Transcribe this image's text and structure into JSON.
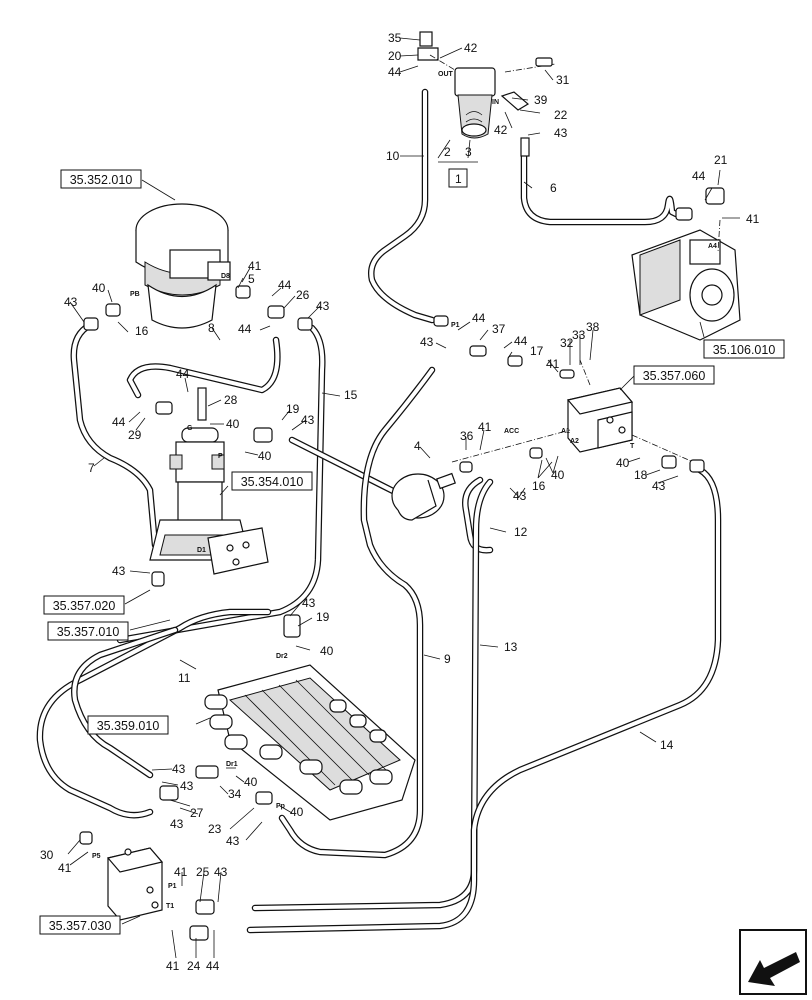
{
  "part_numbers": [
    {
      "n": "35"
    },
    {
      "n": "20"
    },
    {
      "n": "44"
    },
    {
      "n": "42"
    },
    {
      "n": "31"
    },
    {
      "n": "39"
    },
    {
      "n": "22"
    },
    {
      "n": "42"
    },
    {
      "n": "43"
    },
    {
      "n": "10"
    },
    {
      "n": "2"
    },
    {
      "n": "3"
    },
    {
      "n": "1"
    },
    {
      "n": "6"
    },
    {
      "n": "21"
    },
    {
      "n": "44"
    },
    {
      "n": "41"
    },
    {
      "n": "41"
    },
    {
      "n": "5"
    },
    {
      "n": "44"
    },
    {
      "n": "26"
    },
    {
      "n": "40"
    },
    {
      "n": "43"
    },
    {
      "n": "16"
    },
    {
      "n": "43"
    },
    {
      "n": "8"
    },
    {
      "n": "44"
    },
    {
      "n": "44"
    },
    {
      "n": "37"
    },
    {
      "n": "44"
    },
    {
      "n": "17"
    },
    {
      "n": "43"
    },
    {
      "n": "41"
    },
    {
      "n": "32"
    },
    {
      "n": "33"
    },
    {
      "n": "38"
    },
    {
      "n": "44"
    },
    {
      "n": "28"
    },
    {
      "n": "15"
    },
    {
      "n": "44"
    },
    {
      "n": "29"
    },
    {
      "n": "40"
    },
    {
      "n": "19"
    },
    {
      "n": "43"
    },
    {
      "n": "40"
    },
    {
      "n": "4"
    },
    {
      "n": "36"
    },
    {
      "n": "41"
    },
    {
      "n": "7"
    },
    {
      "n": "40"
    },
    {
      "n": "18"
    },
    {
      "n": "43"
    },
    {
      "n": "43"
    },
    {
      "n": "16"
    },
    {
      "n": "40"
    },
    {
      "n": "12"
    },
    {
      "n": "43"
    },
    {
      "n": "43"
    },
    {
      "n": "19"
    },
    {
      "n": "40"
    },
    {
      "n": "9"
    },
    {
      "n": "13"
    },
    {
      "n": "11"
    },
    {
      "n": "14"
    },
    {
      "n": "43"
    },
    {
      "n": "40"
    },
    {
      "n": "43"
    },
    {
      "n": "34"
    },
    {
      "n": "27"
    },
    {
      "n": "43"
    },
    {
      "n": "23"
    },
    {
      "n": "43"
    },
    {
      "n": "40"
    },
    {
      "n": "30"
    },
    {
      "n": "41"
    },
    {
      "n": "41"
    },
    {
      "n": "25"
    },
    {
      "n": "43"
    },
    {
      "n": "41"
    },
    {
      "n": "24"
    },
    {
      "n": "44"
    }
  ],
  "port_labels": [
    {
      "t": "OUT"
    },
    {
      "t": "IN"
    },
    {
      "t": "PB"
    },
    {
      "t": "D8"
    },
    {
      "t": "P1"
    },
    {
      "t": "G"
    },
    {
      "t": "P"
    },
    {
      "t": "D1"
    },
    {
      "t": "ACC"
    },
    {
      "t": "A1"
    },
    {
      "t": "A2"
    },
    {
      "t": "T"
    },
    {
      "t": "A4"
    },
    {
      "t": "Dr2"
    },
    {
      "t": "Dr1"
    },
    {
      "t": "Pp"
    },
    {
      "t": "P5"
    },
    {
      "t": "P1"
    },
    {
      "t": "T1"
    }
  ],
  "reference_boxes": [
    {
      "ref": "35.352.010"
    },
    {
      "ref": "35.106.010"
    },
    {
      "ref": "35.357.060"
    },
    {
      "ref": "35.354.010"
    },
    {
      "ref": "35.357.020"
    },
    {
      "ref": "35.357.010"
    },
    {
      "ref": "35.359.010"
    },
    {
      "ref": "35.357.030"
    }
  ],
  "colors": {
    "ink": "#111111",
    "paper": "#ffffff",
    "shade": "#dddddd"
  },
  "icons": {
    "corner": "navigation-arrow-icon"
  }
}
